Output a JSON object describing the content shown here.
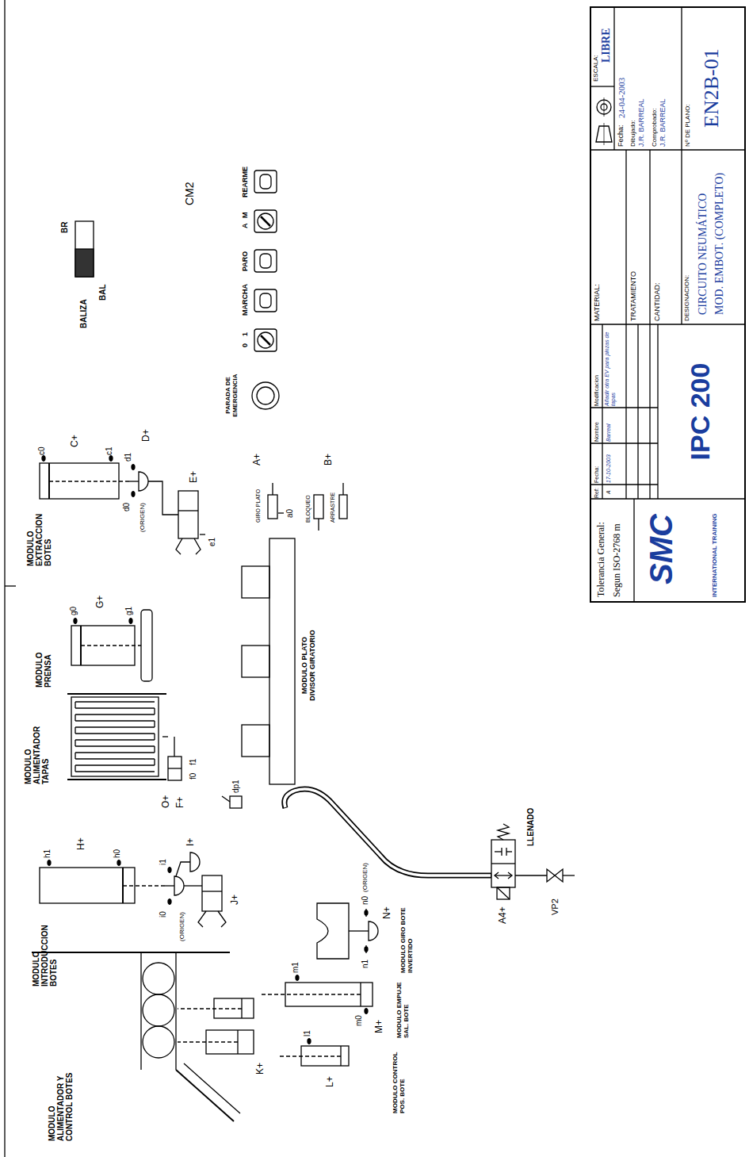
{
  "diagram": {
    "labels": [
      "MODULO ALIMENTADOR Y CONTROL BOTES",
      "K+",
      "l1",
      "L+",
      "MODULO CONTROL POS. BOTE",
      "m1",
      "m0",
      "M+",
      "MODULO EMPUJE SAL. BOTE",
      "MODULO INTRODUCCION BOTES",
      "h1",
      "H+",
      "h0",
      "i1",
      "i0",
      "(ORIGEN)",
      "I+",
      "J+",
      "n1",
      "n0",
      "(ORIGEN)",
      "N+",
      "MODULO GIRO BOTE INVERTIDO",
      "A4+",
      "VP2",
      "LLENADO",
      "MODULO ALIMENTADOR TAPAS",
      "O+",
      "F+",
      "f0",
      "f1",
      "dp1",
      "MODULO PRENSA",
      "g0",
      "G+",
      "g1",
      "MODULO PLATO DIVISOR GIRATORIO",
      "GIRO PLATO",
      "A+",
      "a0",
      "BLOQUEO",
      "ARRASTRE",
      "B+",
      "MODULO EXTRACCION BOTES",
      "c0",
      "C+",
      "c1",
      "d1",
      "D+",
      "d0",
      "(ORIGEN)",
      "e1",
      "E+",
      "BALIZA",
      "BR",
      "BAL",
      "CM2",
      "PARADA DE EMERGENCIA",
      "0",
      "1",
      "MARCHA",
      "PARO",
      "A",
      "M",
      "REARME",
      "Tolerancia General:",
      "Segun ISO-2768 m",
      "SMC",
      "INTERNATIONAL TRAINING",
      "Ref:",
      "Fecha:",
      "Nombre",
      "Modificacion",
      "A",
      "17-10-2003",
      "Barreal",
      "Añadir otra EV para pinzas de tapas",
      "IPC 200",
      "MATERIAL:",
      "TRATAMIENTO",
      "CANTIDAD:",
      "DESIGNACION:",
      "CIRCUITO NEUMÁTICO",
      "MOD. EMBOT. (COMPLETO)",
      "ESCALA:",
      "LIBRE",
      "Fecha:",
      "24-04-2003",
      "Dibujado:",
      "J.R. BARREAL",
      "Comprobado:",
      "J.R. BARREAL",
      "Nº DE PLANO:",
      "EN2B-01"
    ]
  }
}
